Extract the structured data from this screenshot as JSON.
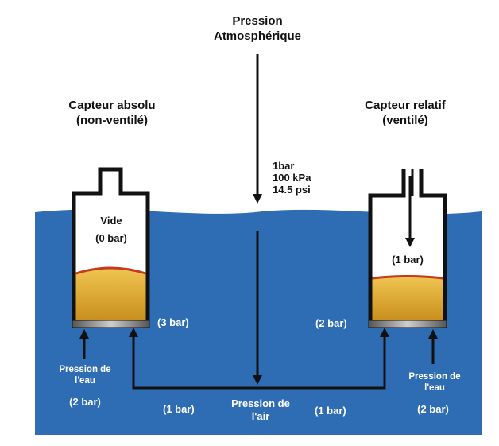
{
  "atmosphere": {
    "title_line1": "Pression",
    "title_line2": "Atmosphérique",
    "value_bar": "1bar",
    "value_kpa": "100 kPa",
    "value_psi": "14.5 psi"
  },
  "absolute_sensor": {
    "title_line1": "Capteur absolu",
    "title_line2": "(non-ventilé)",
    "vacuum_label": "Vide",
    "vacuum_value": "(0 bar)",
    "total_pressure": "(3 bar)",
    "water_label_line1": "Pression de",
    "water_label_line2": "l'eau",
    "water_value": "(2 bar)"
  },
  "relative_sensor": {
    "title_line1": "Capteur relatif",
    "title_line2": "(ventilé)",
    "inside_value": "(1 bar)",
    "total_pressure": "(2 bar)",
    "water_label_line1": "Pression de",
    "water_label_line2": "l'eau",
    "water_value": "(2 bar)"
  },
  "air": {
    "label_line1": "Pression de",
    "label_line2": "l'air",
    "left_value": "(1 bar)",
    "right_value": "(1 bar)"
  },
  "colors": {
    "water": "#2e6db4",
    "diaphragm": "#d8a532",
    "diaphragm_edge": "#c43a1f",
    "sensor_wall": "#111111",
    "sensor_inside": "#ffffff"
  }
}
